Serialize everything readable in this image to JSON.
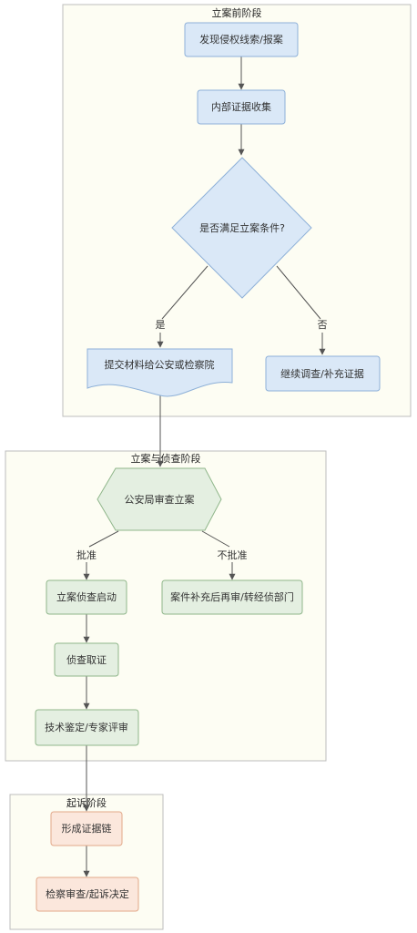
{
  "colors": {
    "cluster_fill": "#fdfdf3",
    "cluster_stroke": "#bdbdbd",
    "blue_fill": "#dae8f7",
    "blue_stroke": "#8db0d8",
    "green_fill": "#e4efe1",
    "green_stroke": "#8fb68a",
    "orange_fill": "#fbe7dc",
    "orange_stroke": "#e2a889",
    "edge": "#555555"
  },
  "clusters": {
    "pre": {
      "title": "立案前阶段"
    },
    "investigation": {
      "title": "立案与侦查阶段"
    },
    "prosecution": {
      "title": "起诉阶段"
    }
  },
  "nodes": {
    "discover": {
      "label": "发现侵权线索/报案",
      "shape": "rounded-rect"
    },
    "collect": {
      "label": "内部证据收集",
      "shape": "rounded-rect"
    },
    "decision": {
      "label": "是否满足立案条件?",
      "shape": "diamond"
    },
    "submit": {
      "label": "提交材料给公安或检察院",
      "shape": "document"
    },
    "continue": {
      "label": "继续调查/补充证据",
      "shape": "rounded-rect"
    },
    "review": {
      "label": "公安局审查立案",
      "shape": "hexagon"
    },
    "start": {
      "label": "立案侦查启动",
      "shape": "rounded-rect"
    },
    "resubmit": {
      "label": "案件补充后再审/转经侦部门",
      "shape": "rounded-rect"
    },
    "evidence": {
      "label": "侦查取证",
      "shape": "rounded-rect"
    },
    "appraisal": {
      "label": "技术鉴定/专家评审",
      "shape": "rounded-rect"
    },
    "chain": {
      "label": "形成证据链",
      "shape": "rounded-rect"
    },
    "decide": {
      "label": "检察审查/起诉决定",
      "shape": "rounded-rect"
    }
  },
  "edges": {
    "yes": "是",
    "no": "否",
    "approve": "批准",
    "reject": "不批准"
  }
}
